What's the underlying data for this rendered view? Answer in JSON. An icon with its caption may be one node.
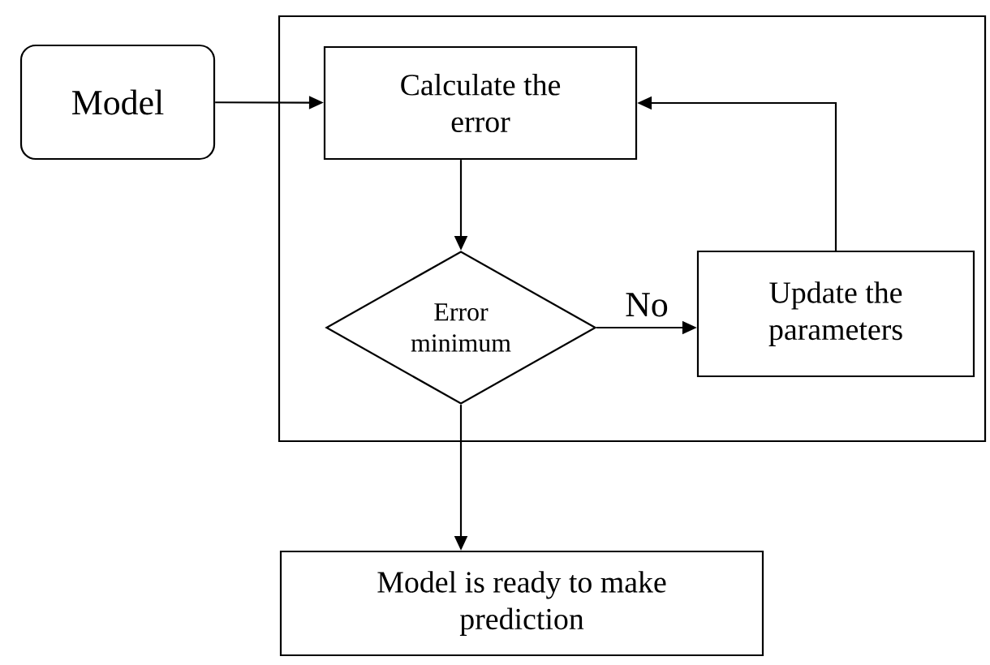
{
  "diagram": {
    "nodes": [
      {
        "text": [
          "Model"
        ]
      },
      {
        "text": [],
        "shape": "box"
      },
      {
        "text": [
          "Calculate the error"
        ],
        "in": 1
      },
      {
        "text": [
          "Error minimum"
        ],
        "in": 1
      },
      {
        "text": [
          "Update the parameters"
        ],
        "in": 1
      },
      {
        "text": [
          "Model is ready to make prediction"
        ]
      }
    ],
    "edges": [
      {
        "from": 0,
        "to": 2,
        "arrow": "to"
      },
      {
        "from": 2,
        "to": 3,
        "arrow": "to"
      },
      {
        "from": 3,
        "to": 4,
        "arrow": "to",
        "label": "No"
      },
      {
        "from": 4,
        "to": 2,
        "arrow": "to"
      },
      {
        "from": 3,
        "to": 5,
        "arrow": "to"
      }
    ]
  }
}
